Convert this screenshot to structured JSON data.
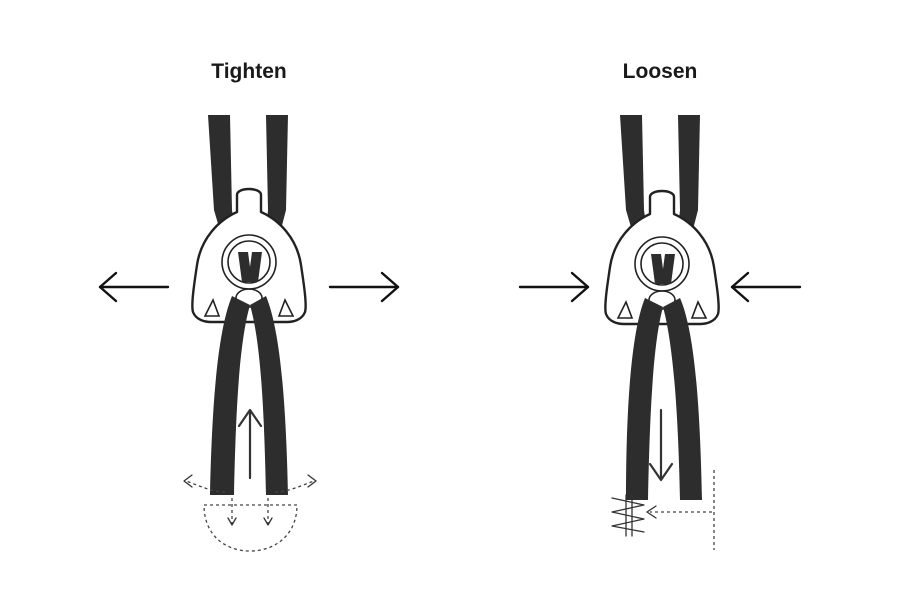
{
  "panels": [
    {
      "id": "tighten",
      "title": "Tighten"
    },
    {
      "id": "loosen",
      "title": "Loosen"
    }
  ],
  "colors": {
    "cord": "#2d2d2d",
    "outline": "#222222",
    "background": "#ffffff"
  }
}
